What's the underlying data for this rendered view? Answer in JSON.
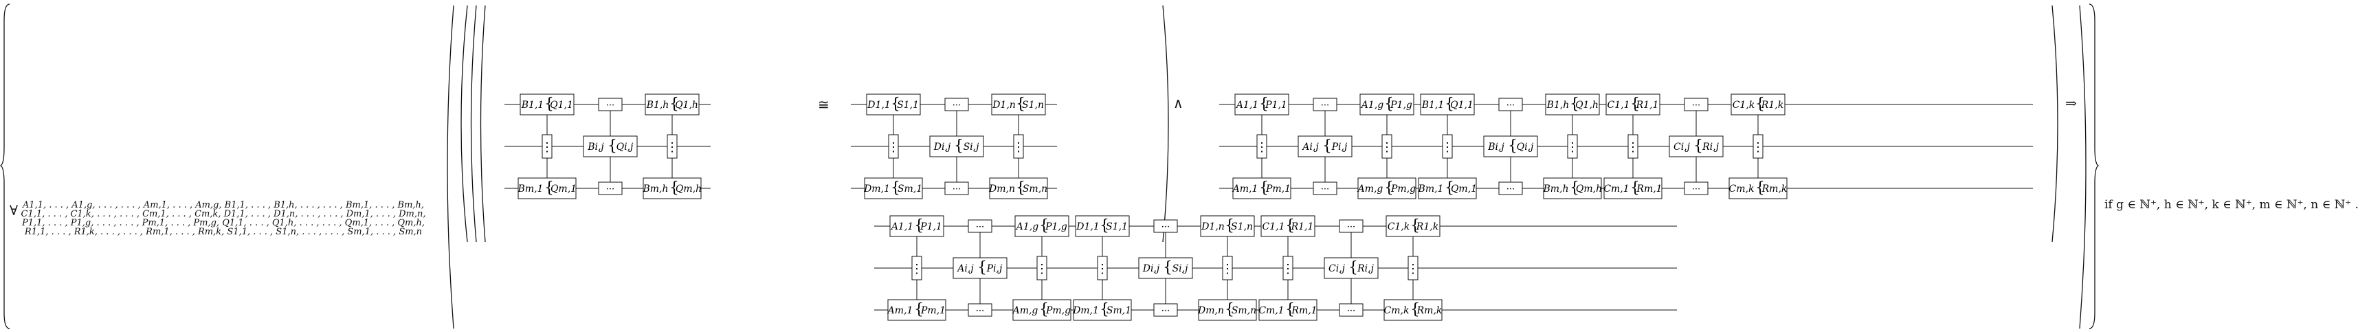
{
  "quantifier": "∀",
  "variable_lines": [
    "A1,1, . . . , A1,g, . . . , . . . , Am,1, . . . , Am,g, B1,1, . . . , B1,h, . . . , . . . , Bm,1, . . . , Bm,h,",
    "C1,1, . . . , C1,k, . . . , . . . , Cm,1, . . . , Cm,k, D1,1, . . . , D1,n, . . . , . . . , Dm,1, . . . , Dm,n,",
    "P1,1, . . . , P1,g, . . . , . . . , Pm,1, . . . , Pm,g, Q1,1, . . . , Q1,h, . . . , . . . , Qm,1, . . . , Qm,h,",
    "R1,1, . . . , R1,k, . . . , . . . , Rm,1, . . . , Rm,k, S1,1, . . . , S1,n, . . . , . . . , Sm,1, . . . , Sm,n"
  ],
  "operators": {
    "iso": "≅",
    "and": "∧",
    "implies": "⇒"
  },
  "condition": "if g ∈ ℕ⁺, h ∈ ℕ⁺, k ∈ ℕ⁺, m ∈ ℕ⁺, n ∈ ℕ⁺ .",
  "diagram": {
    "dots_h": "···",
    "dots_v": "⋮",
    "blocks": {
      "B": {
        "gate": "B",
        "reg": "Q",
        "cols": [
          "1,1",
          "i,j",
          "1,h"
        ],
        "bottom": [
          "m,1",
          "m,h"
        ]
      },
      "D": {
        "gate": "D",
        "reg": "S",
        "cols": [
          "1,1",
          "i,j",
          "1,n"
        ],
        "bottom": [
          "m,1",
          "m,n"
        ]
      },
      "A": {
        "gate": "A",
        "reg": "P",
        "cols": [
          "1,1",
          "i,j",
          "1,g"
        ],
        "bottom": [
          "m,1",
          "m,g"
        ]
      },
      "C": {
        "gate": "C",
        "reg": "R",
        "cols": [
          "1,1",
          "i,j",
          "1,k"
        ],
        "bottom": [
          "m,1",
          "m,k"
        ]
      }
    },
    "lhs_order": [
      "B"
    ],
    "rhs_order": [
      "D"
    ],
    "right_order": [
      "A",
      "B",
      "C"
    ],
    "result_order": [
      "A",
      "D",
      "C"
    ]
  }
}
